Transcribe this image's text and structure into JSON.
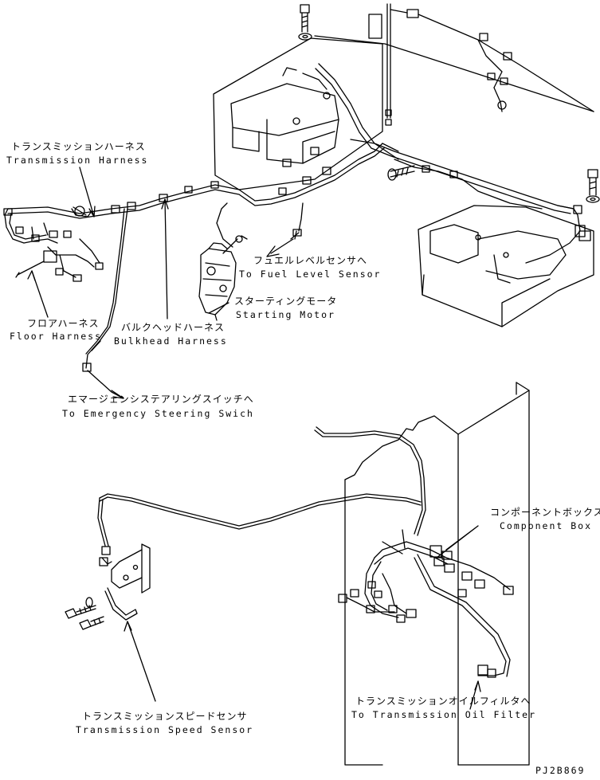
{
  "labels": {
    "transmission_harness": {
      "ja": "トランスミッションハーネス",
      "en": "Transmission Harness"
    },
    "floor_harness": {
      "ja": "フロアハーネス",
      "en": "Floor Harness"
    },
    "bulkhead_harness": {
      "ja": "バルクヘッドハーネス",
      "en": "Bulkhead Harness"
    },
    "fuel_level_sensor": {
      "ja": "フュエルレベルセンサへ",
      "en": "To Fuel Level Sensor"
    },
    "starting_motor": {
      "ja": "スターティングモータ",
      "en": "Starting Motor"
    },
    "emergency_steering": {
      "ja": "エマージェンシステアリングスイッチへ",
      "en": "To Emergency Steering Swich"
    },
    "component_box": {
      "ja": "コンポーネントボックス",
      "en": "Component Box"
    },
    "transmission_oil_filter": {
      "ja": "トランスミッションオイルフィルタへ",
      "en": "To Transmission Oil Filter"
    },
    "transmission_speed_sensor": {
      "ja": "トランスミッションスピードセンサ",
      "en": "Transmission Speed Sensor"
    }
  },
  "figure_code": "PJ2B869"
}
